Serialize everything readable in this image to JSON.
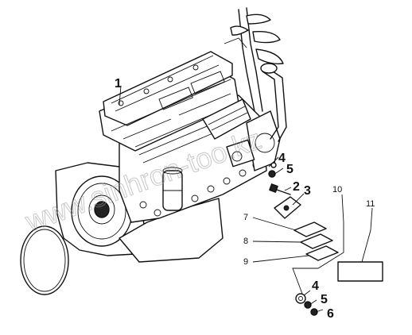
{
  "watermark": "www.sinhron-too.kz",
  "callouts": [
    {
      "id": "c1",
      "text": "1"
    },
    {
      "id": "c2",
      "text": "2"
    },
    {
      "id": "c3",
      "text": "3"
    },
    {
      "id": "c4a",
      "text": "4"
    },
    {
      "id": "c5a",
      "text": "5"
    },
    {
      "id": "c4b",
      "text": "4"
    },
    {
      "id": "c5b",
      "text": "5"
    },
    {
      "id": "c6",
      "text": "6"
    },
    {
      "id": "c7",
      "text": "7"
    },
    {
      "id": "c8",
      "text": "8"
    },
    {
      "id": "c9",
      "text": "9"
    },
    {
      "id": "c10",
      "text": "10"
    },
    {
      "id": "c11",
      "text": "11"
    }
  ]
}
